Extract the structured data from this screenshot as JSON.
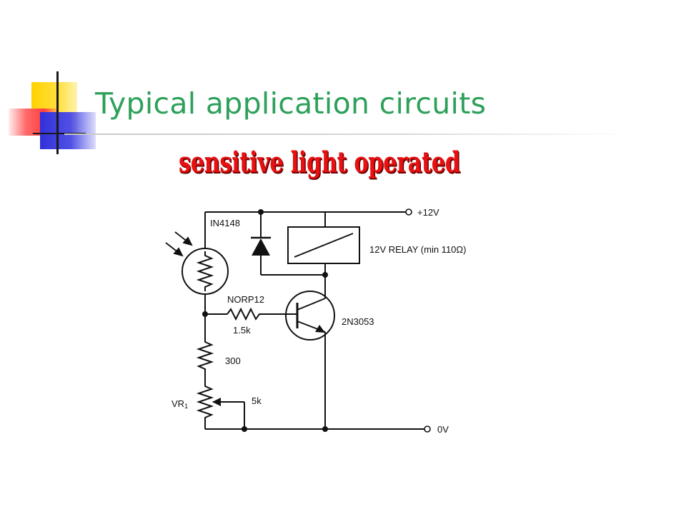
{
  "slide": {
    "title": "Typical application circuits",
    "subtitle": "sensitive light operated"
  },
  "circuit": {
    "labels": {
      "supply_pos": "+12V",
      "supply_gnd": "0V",
      "diode": "IN4148",
      "relay": "12V RELAY (min 110Ω)",
      "ldr": "NORP12",
      "base_resistor": "1.5k",
      "transistor": "2N3053",
      "resistor_300": "300",
      "pot": "VR",
      "pot_sub": "1",
      "pot_value": "5k"
    }
  },
  "colors": {
    "title": "#2da05a",
    "subtitle": "#e81010",
    "accent_yellow": "#ffd200",
    "accent_red": "#ff4040",
    "accent_blue": "#3030d8"
  }
}
